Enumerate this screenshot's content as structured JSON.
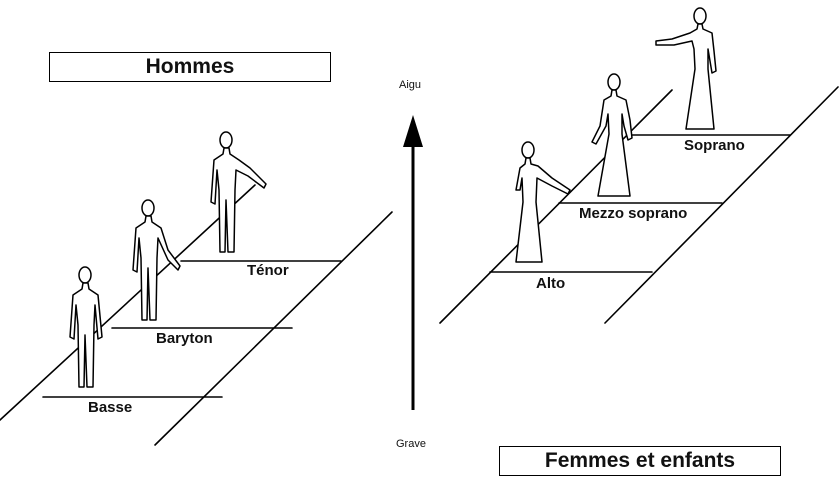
{
  "groups": {
    "men_title": "Hommes",
    "women_title": "Femmes et enfants"
  },
  "axis": {
    "high": "Aigu",
    "low": "Grave"
  },
  "men_voices": [
    "Basse",
    "Baryton",
    "Ténor"
  ],
  "women_voices": [
    "Alto",
    "Mezzo soprano",
    "Soprano"
  ],
  "colors": {
    "ink": "#000000",
    "background": "#ffffff"
  },
  "icons": [
    "man-figure-icon",
    "woman-figure-icon",
    "up-arrow-icon"
  ]
}
